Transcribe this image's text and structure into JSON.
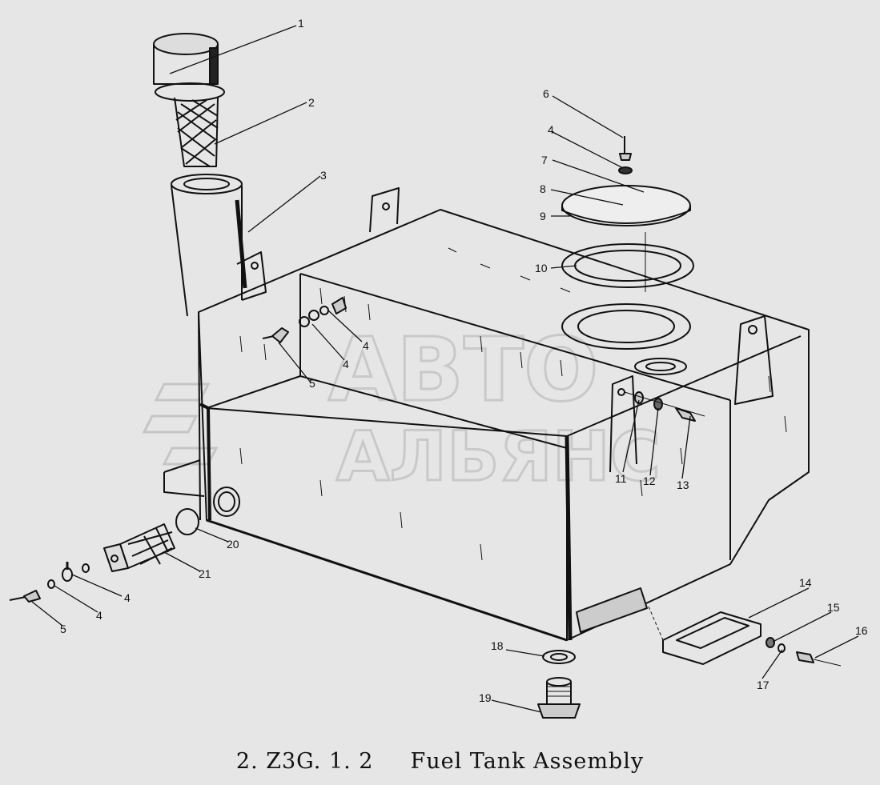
{
  "caption": {
    "code": "2. Z3G. 1. 2",
    "title": "Fuel Tank Assembly"
  },
  "watermark": {
    "line1": "АВТО",
    "line2": "АЛЬЯНС"
  },
  "callouts": [
    "1",
    "2",
    "3",
    "4",
    "4",
    "4",
    "4",
    "4",
    "5",
    "5",
    "6",
    "7",
    "8",
    "9",
    "10",
    "11",
    "12",
    "13",
    "14",
    "15",
    "16",
    "17",
    "18",
    "19",
    "20",
    "21"
  ],
  "colors": {
    "background": "#e6e6e6",
    "ink": "#111111",
    "watermark": "#c9c9c9"
  }
}
